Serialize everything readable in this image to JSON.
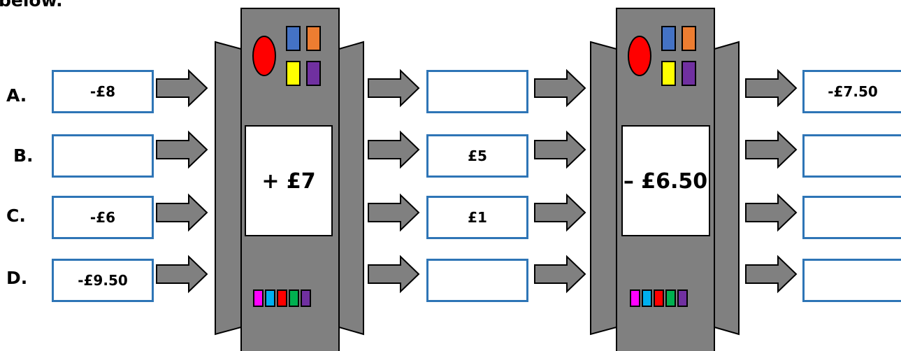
{
  "heading_fragment": "below.",
  "rows": [
    {
      "label": "A.",
      "input": "-£8",
      "middle": "",
      "output": "-£7.50"
    },
    {
      "label": "B.",
      "input": "",
      "middle": "£5",
      "output": ""
    },
    {
      "label": "C.",
      "input": "-£6",
      "middle": "£1",
      "output": ""
    },
    {
      "label": "D.",
      "input": "-£9.50",
      "middle": "",
      "output": ""
    }
  ],
  "machines": [
    {
      "operation": "+ £7"
    },
    {
      "operation": "– £6.50"
    }
  ],
  "colors": {
    "machine_body": "#808080",
    "box_border": "#2e75b6",
    "arrow_fill": "#808080",
    "light_red": "#ff0000",
    "button_blue": "#4472c4",
    "button_orange": "#ed7d31",
    "button_yellow": "#ffff00",
    "button_purple": "#7030a0",
    "led_magenta": "#ff00ff",
    "led_cyan": "#00b0f0",
    "led_red": "#ff0000",
    "led_green": "#00b050",
    "led_purple": "#7030a0"
  }
}
